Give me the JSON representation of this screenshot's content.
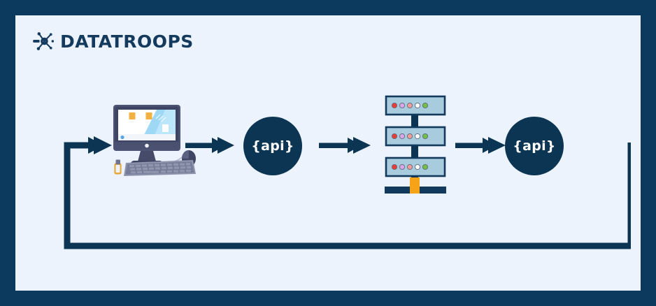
{
  "page": {
    "title": "DATATROOPS API data flow diagram",
    "border_color": "#0c3a5e",
    "canvas_color": "#edf3fc"
  },
  "brand": {
    "wordmark": "DATATROOPS",
    "mark_name": "molecule-node-icon",
    "color": "#143a5e"
  },
  "diagram": {
    "type": "flow",
    "accent_color": "#0b3553",
    "nodes": [
      {
        "id": "workstation",
        "name": "desktop-computer-illustration",
        "label": "",
        "kind": "illustration",
        "parts": [
          "monitor",
          "screen",
          "stand",
          "keyboard",
          "mouse",
          "usb-drive"
        ]
      },
      {
        "id": "api-1",
        "name": "api-node-primary",
        "label": "{api}",
        "kind": "circle",
        "fill": "#0b3553",
        "text_color": "#ffffff"
      },
      {
        "id": "server-stack",
        "name": "server-rack-illustration",
        "label": "",
        "kind": "illustration",
        "panel_count": 3,
        "panel_fill": "#a8cbdd",
        "panel_stroke": "#123a5c",
        "spine_color": "#0b3553",
        "connector_color": "#f6a317",
        "led_colors": [
          "#ef3b36",
          "#d9a7e8",
          "#f29b95",
          "#ffffff",
          "#74c044"
        ]
      },
      {
        "id": "api-2",
        "name": "api-node-secondary",
        "label": "{api}",
        "kind": "circle",
        "fill": "#0b3553",
        "text_color": "#ffffff"
      }
    ],
    "connectors": [
      {
        "id": "arrow-1",
        "name": "arrow-workstation-to-api-1",
        "direction": "right"
      },
      {
        "id": "arrow-2",
        "name": "arrow-api-1-to-server",
        "direction": "right"
      },
      {
        "id": "arrow-3",
        "name": "arrow-server-to-api-2",
        "direction": "right"
      },
      {
        "id": "feedback-loop",
        "name": "feedback-loop-api-2-to-workstation",
        "direction": "left-up"
      }
    ]
  }
}
